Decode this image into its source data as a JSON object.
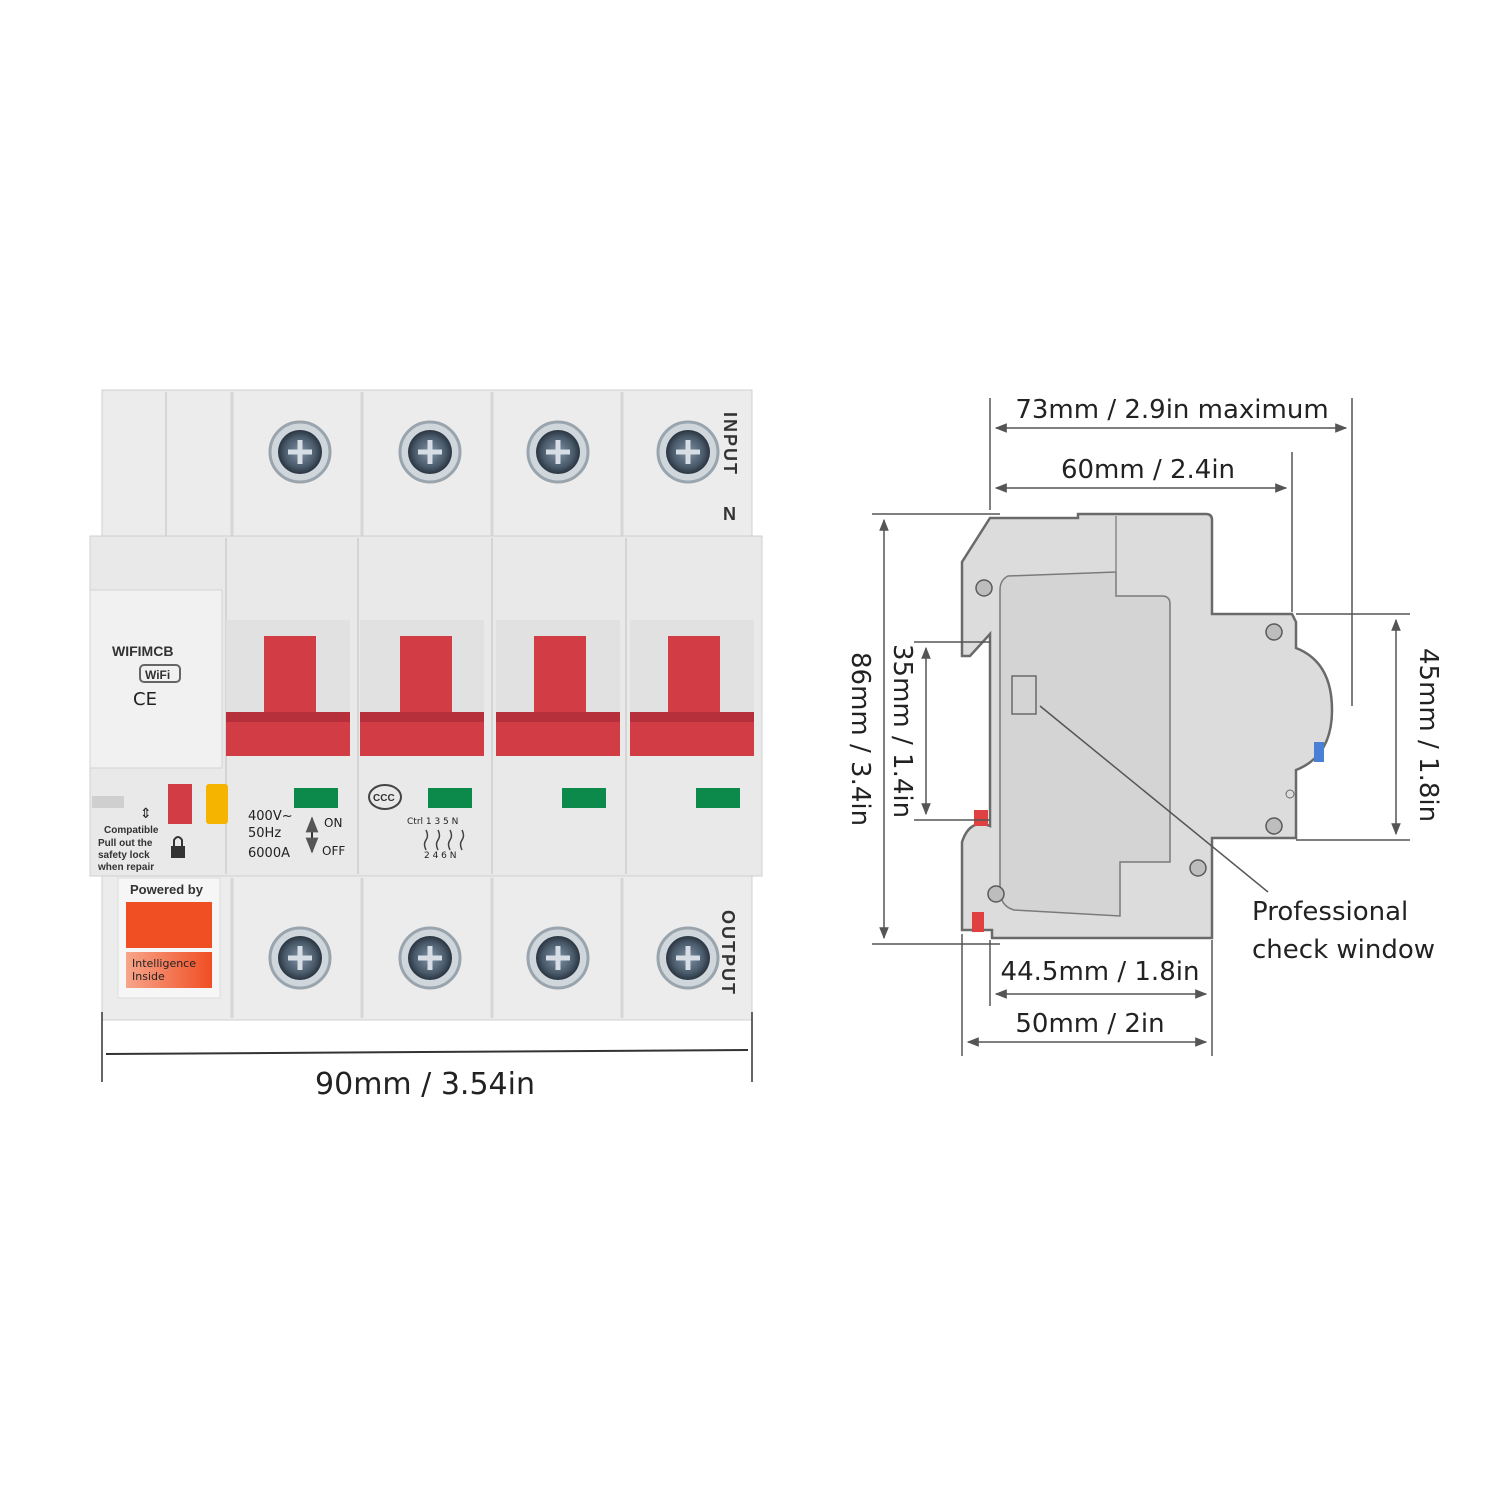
{
  "front_view": {
    "input_label": "INPUT",
    "neutral_label": "N",
    "output_label": "OUTPUT",
    "brand": "WIFIMCB",
    "wifi_badge": "WiFi",
    "ce_mark": "CE",
    "ratings": [
      "400V~",
      "50Hz",
      "6000A"
    ],
    "on_label": "ON",
    "off_label": "OFF",
    "ccc_mark": "CCC",
    "terminal_top": "Ctrl 1 3 5 N",
    "terminal_bottom": "2 4 6 N",
    "lock_note": [
      "Compatible",
      "Pull out the",
      "safety lock",
      "when repair"
    ],
    "powered_by": "Powered by",
    "intelligence": [
      "Intelligence",
      "Inside"
    ],
    "width_dimension": "90mm / 3.54in",
    "colors": {
      "handle": "#d23c44",
      "handle_dark": "#b5303a",
      "body": "#ececec",
      "indicator": "#0c8a4c",
      "lock_amber": "#f4b400",
      "badge_orange": "#f04e23"
    }
  },
  "side_view": {
    "dim_max_depth": "73mm / 2.9in maximum",
    "dim_depth": "60mm / 2.4in",
    "dim_height": "86mm / 3.4in",
    "dim_rail": "35mm / 1.4in",
    "dim_front_height": "45mm / 1.8in",
    "dim_body_depth": "44.5mm / 1.8in",
    "dim_base_depth": "50mm / 2in",
    "callout": [
      "Professional",
      "check window"
    ]
  }
}
